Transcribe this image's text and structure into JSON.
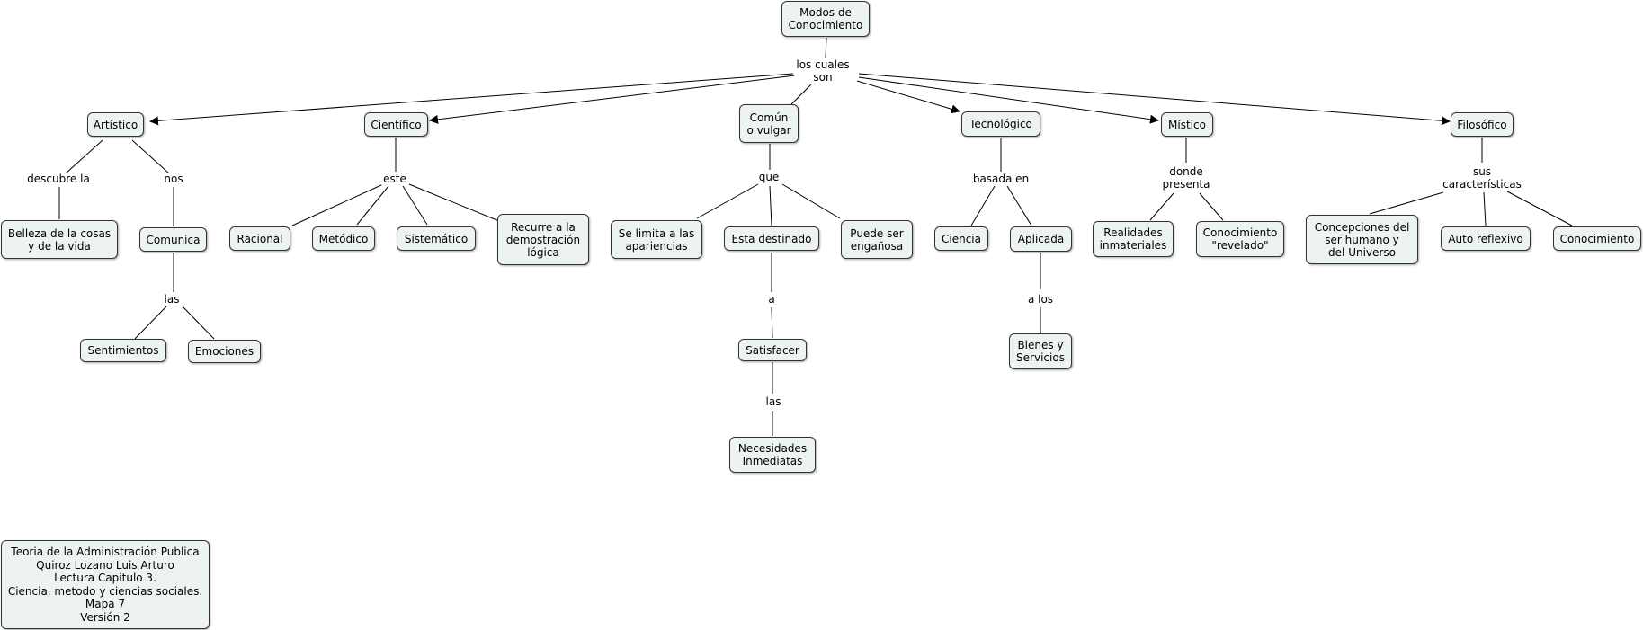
{
  "nodes": {
    "root": "Modos de\nConocimiento",
    "artistico": "Artístico",
    "cientifico": "Científico",
    "comun": "Común\no vulgar",
    "tecnologico": "Tecnológico",
    "mistico": "Místico",
    "filosofico": "Filosófico",
    "belleza": "Belleza de la cosas\ny de la vida",
    "comunica": "Comunica",
    "sentimientos": "Sentimientos",
    "emociones": "Emociones",
    "racional": "Racional",
    "metodico": "Metódico",
    "sistematico": "Sistemático",
    "recurre": "Recurre a la\ndemostración\nlógica",
    "limita": "Se limita a las\napariencias",
    "destinado": "Esta destinado",
    "enganosa": "Puede ser\nengañosa",
    "satisfacer": "Satisfacer",
    "necesidades": "Necesidades\nInmediatas",
    "ciencia": "Ciencia",
    "aplicada": "Aplicada",
    "bienes": "Bienes y\nServicios",
    "realidades": "Realidades\ninmateriales",
    "revelado": "Conocimiento\n\"revelado\"",
    "concepciones": "Concepciones del\nser humano y\ndel Universo",
    "autoreflexivo": "Auto reflexivo",
    "conocimiento": "Conocimiento",
    "info": "Teoria de la Administración Publica\nQuiroz Lozano Luis Arturo\nLectura Capitulo 3.\nCiencia, metodo y ciencias sociales.\nMapa 7\nVersión 2"
  },
  "labels": {
    "cuales": "los cuales\nson",
    "descubre": "descubre la",
    "nos": "nos",
    "las1": "las",
    "este": "este",
    "que": "que",
    "a": "a",
    "las2": "las",
    "basada": "basada en",
    "alos": "a los",
    "donde": "donde\npresenta",
    "sus": "sus\ncaracterísticas"
  }
}
